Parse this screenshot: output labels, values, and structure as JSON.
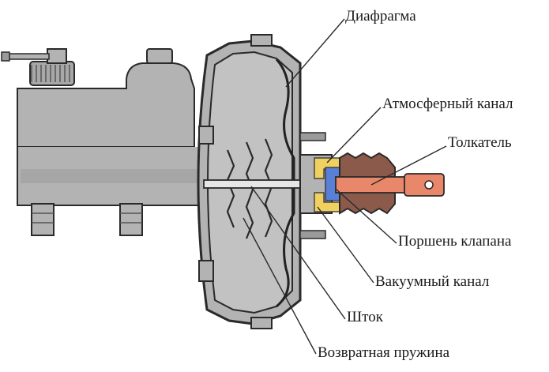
{
  "labels": {
    "diaphragm": "Диафрагма",
    "atmospheric_channel": "Атмосферный канал",
    "pusher": "Толкатель",
    "valve_piston": "Поршень клапана",
    "vacuum_channel": "Вакуумный канал",
    "rod": "Шток",
    "return_spring": "Возвратная пружина"
  },
  "colors": {
    "body_gray": "#b3b3b3",
    "outline": "#2a2a2a",
    "diaphragm_line": "#222222",
    "pusher_orange": "#e8876a",
    "atmospheric_yellow": "#f0d060",
    "valve_blue": "#5a7fd6",
    "rod_light": "#e6e6e6"
  }
}
